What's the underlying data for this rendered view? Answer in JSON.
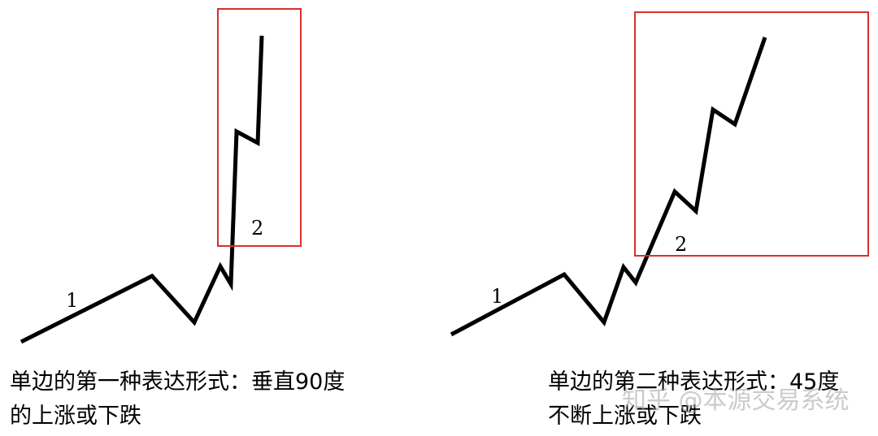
{
  "left_diagram": {
    "wave_label_1": "1",
    "wave_label_2": "2",
    "caption_line1": "单边的第一种表达形式：垂直90度",
    "caption_line2": "的上涨或下跌"
  },
  "right_diagram": {
    "wave_label_1": "1",
    "wave_label_2": "2",
    "caption_line1": "单边的第二种表达形式：45度",
    "caption_line2": "不断上涨或下跌"
  },
  "watermark": "知乎 @本源交易系统",
  "colors": {
    "line": "#000000",
    "highlight_box": "#d9302c"
  }
}
